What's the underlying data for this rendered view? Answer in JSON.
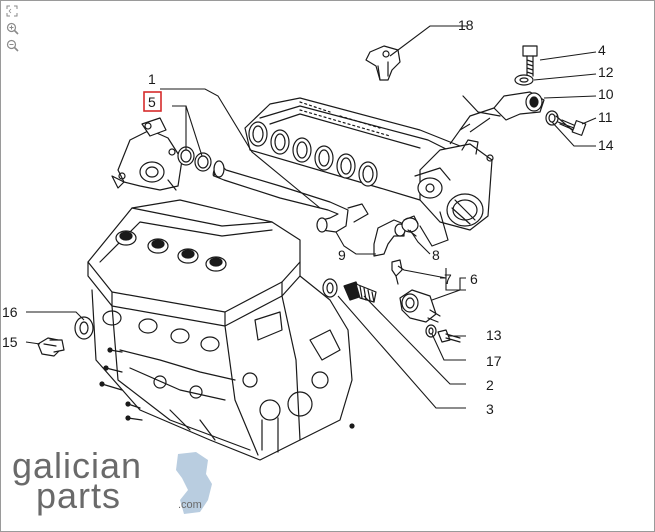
{
  "toolbar": {
    "icons": [
      "fullscreen-icon",
      "zoom-in-icon",
      "zoom-out-icon"
    ]
  },
  "callouts": [
    {
      "id": "c1",
      "label": "1"
    },
    {
      "id": "c2",
      "label": "2"
    },
    {
      "id": "c3",
      "label": "3"
    },
    {
      "id": "c4",
      "label": "4"
    },
    {
      "id": "c5",
      "label": "5",
      "highlighted": true
    },
    {
      "id": "c6",
      "label": "6"
    },
    {
      "id": "c7",
      "label": "7"
    },
    {
      "id": "c8",
      "label": "8"
    },
    {
      "id": "c9",
      "label": "9"
    },
    {
      "id": "c10",
      "label": "10"
    },
    {
      "id": "c11",
      "label": "11"
    },
    {
      "id": "c12",
      "label": "12"
    },
    {
      "id": "c13",
      "label": "13"
    },
    {
      "id": "c14",
      "label": "14"
    },
    {
      "id": "c15",
      "label": "15"
    },
    {
      "id": "c16",
      "label": "16"
    },
    {
      "id": "c17",
      "label": "17"
    },
    {
      "id": "c18",
      "label": "18"
    }
  ],
  "brand": {
    "line1": "galician",
    "line2": "parts",
    ".com": ".com",
    "dotcom": ".com"
  },
  "colors": {
    "highlight": "#d62b2b",
    "ink": "#1a1a1a",
    "brand_text": "#6a6a6a",
    "brand_accent": "#b9cde0"
  }
}
